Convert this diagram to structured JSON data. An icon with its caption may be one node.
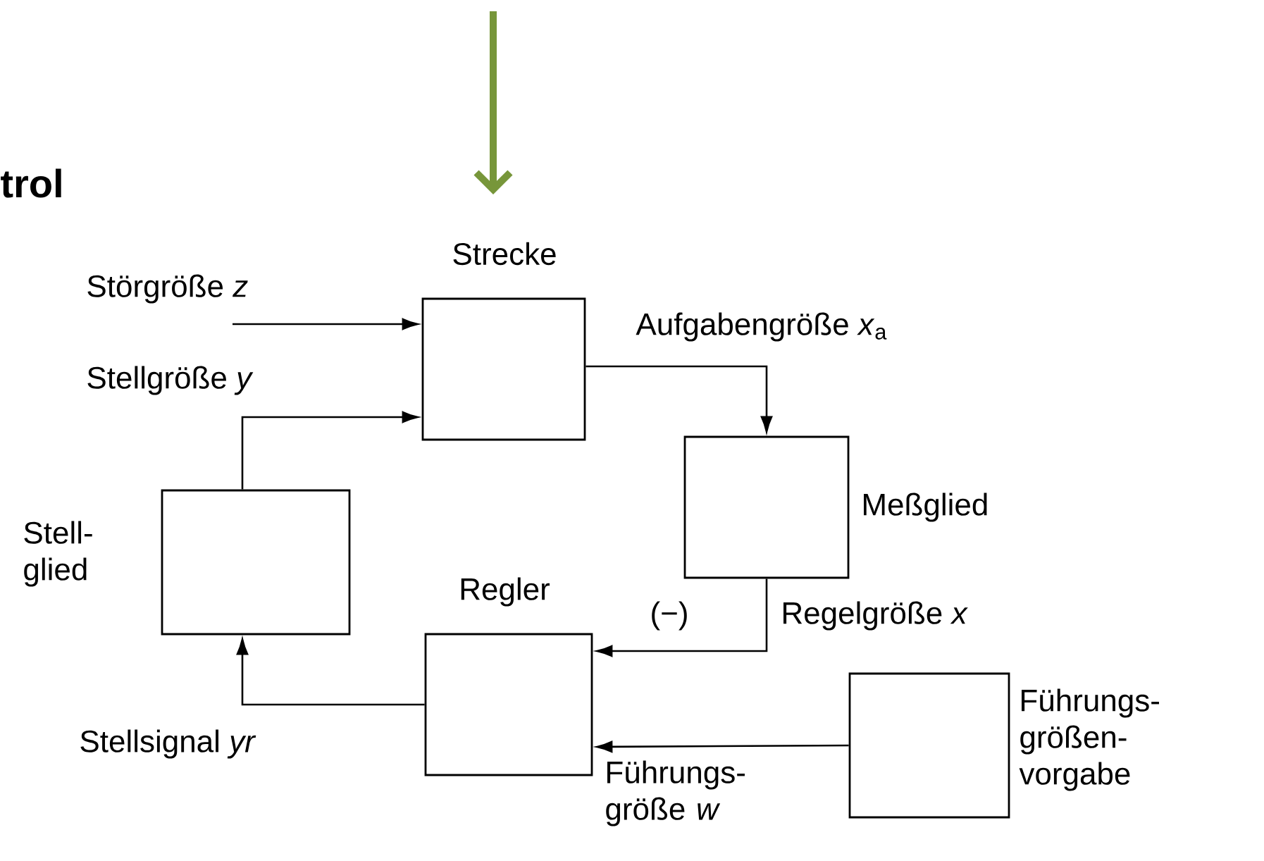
{
  "diagram": {
    "title": "trol",
    "nodes": [
      {
        "text": [
          "Strecke"
        ]
      },
      {
        "text": [
          "Meßglied"
        ]
      },
      {
        "text": [
          "Stell- glied"
        ]
      },
      {
        "text": [
          "Regler"
        ]
      },
      {
        "text": [
          "Führungs- größen- vorgabe"
        ]
      }
    ],
    "edges": [
      {
        "from": null,
        "to": 0,
        "arrow": "to",
        "label": "Störgröße *z*"
      },
      {
        "from": 2,
        "to": 0,
        "arrow": "to",
        "label": "Stellgröße *y*"
      },
      {
        "from": 0,
        "to": 1,
        "arrow": "to",
        "label": "Aufgabengröße *x*$_{a}$"
      },
      {
        "from": 1,
        "to": 3,
        "arrow": "to",
        "label": "Regelgröße *x*"
      },
      {
        "from": 3,
        "to": 2,
        "arrow": "to",
        "label": "Stellsignal *yr*"
      },
      {
        "from": 4,
        "to": 3,
        "arrow": "to",
        "label": "Führungs- größe *w*"
      }
    ],
    "labels": [
      "(−)"
    ]
  }
}
